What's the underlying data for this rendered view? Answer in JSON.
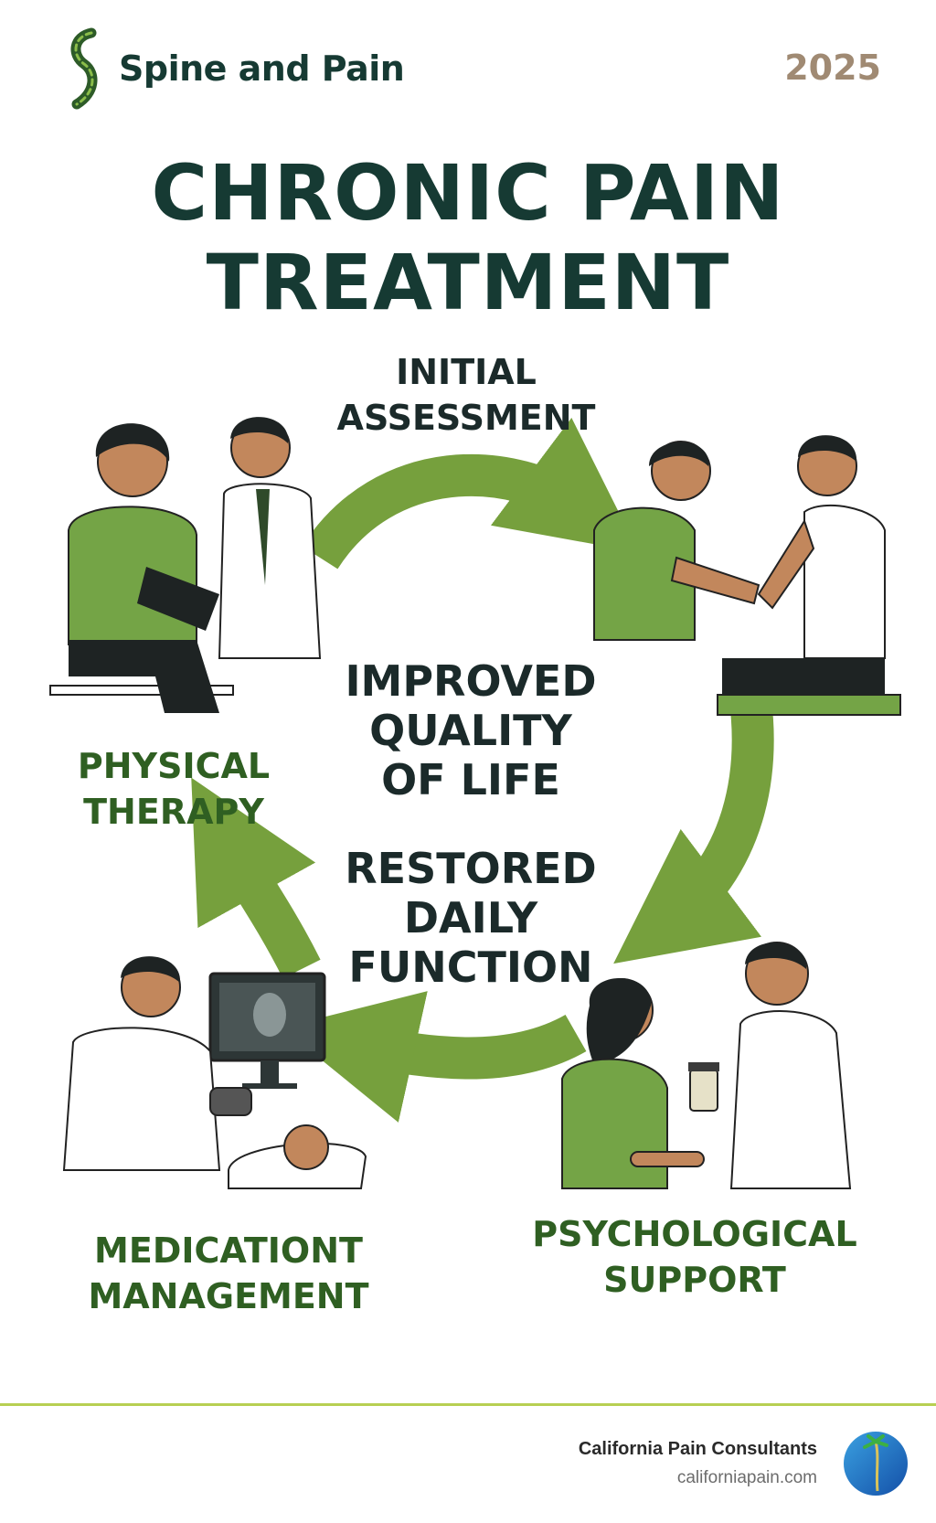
{
  "header": {
    "brand_name": "Spine and Pain",
    "year": "2025"
  },
  "title": {
    "line1": "CHRONIC PAIN",
    "line2": "TREATMENT"
  },
  "cycle": {
    "steps": [
      {
        "line1": "INITIAL",
        "line2": "ASSESSMENT"
      },
      {
        "line1": "PHYSICAL",
        "line2": "THERAPY"
      },
      {
        "line1": "MEDICATIONT",
        "line2": "MANAGEMENT"
      },
      {
        "line1": "PSYCHOLOGICAL",
        "line2": "SUPPORT"
      }
    ],
    "center": {
      "outcome1": [
        "IMPROVED",
        "QUALITY",
        "OF LIFE"
      ],
      "outcome2": [
        "RESTORED",
        "DAILY",
        "FUNCTION"
      ]
    },
    "arrow_color": "#76a03d",
    "shirt_color": "#74a446",
    "skin_color": "#c2875c"
  },
  "footer": {
    "company": "California Pain Consultants",
    "url": "californiapain.com"
  }
}
